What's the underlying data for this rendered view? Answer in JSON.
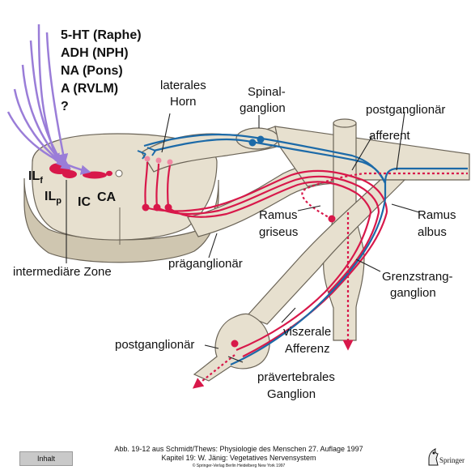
{
  "inputs": {
    "line1": "5-HT (Raphe)",
    "line2": "ADH (NPH)",
    "line3": "NA (Pons)",
    "line4": "A (RVLM)",
    "line5": "?"
  },
  "labels": {
    "laterales_1": "laterales",
    "laterales_2": "Horn",
    "spinal_1": "Spinal-",
    "spinal_2": "ganglion",
    "postganglionaer_top": "postganglionär",
    "afferent": "afferent",
    "ilf_main": "IL",
    "ilf_sub": "f",
    "ilp_main": "IL",
    "ilp_sub": "p",
    "ic": "IC",
    "ca": "CA",
    "ramus_griseus_1": "Ramus",
    "ramus_griseus_2": "griseus",
    "ramus_albus_1": "Ramus",
    "ramus_albus_2": "albus",
    "intermediaere": "intermediäre Zone",
    "praeganglionaer": "präganglionär",
    "grenz_1": "Grenzstrang-",
    "grenz_2": "ganglion",
    "postganglionaer_bottom": "postganglionär",
    "viszerale_1": "viszerale",
    "viszerale_2": "Afferenz",
    "praevert_1": "prävertebrales",
    "praevert_2": "Ganglion"
  },
  "caption": {
    "line1": "Abb. 19-12 aus Schmidt/Thews: Physiologie des Menschen 27. Auflage 1997",
    "line2": "Kapitel 19: W. Jänig: Vegetatives Nervensystem",
    "line3": "© Springer-Verlag Berlin Heidelberg New York 1997"
  },
  "nav": {
    "inhalt": "Inhalt"
  },
  "logo": {
    "name": "Springer",
    "icon": "springer-knight-icon"
  },
  "colors": {
    "red": "#d8184a",
    "blue": "#1c6aa8",
    "purple": "#9a7dd8",
    "tissue": "#e7e0cf",
    "outline": "#6b6457"
  }
}
